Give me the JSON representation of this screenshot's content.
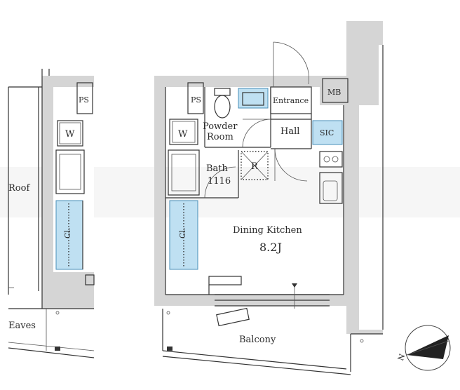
{
  "labels": {
    "roof": "Roof",
    "eaves": "Eaves",
    "ps_left": "PS",
    "w_left": "W",
    "cl_left": "Cl.",
    "ps_main": "PS",
    "w_main": "W",
    "cl_main": "Cl.",
    "powder_room": "Powder",
    "powder_room_2": "Room",
    "bath": "Bath",
    "bath_size": "1116",
    "refrigerator": "R",
    "entrance": "Entrance",
    "mb": "MB",
    "hall": "Hall",
    "sic": "SIC",
    "dining_kitchen": "Dining Kitchen",
    "area": "8.2J",
    "balcony": "Balcony",
    "north": "N"
  },
  "colors": {
    "wall": "#d5d5d5",
    "closet": "#bfe0f2",
    "line": "#333333"
  }
}
